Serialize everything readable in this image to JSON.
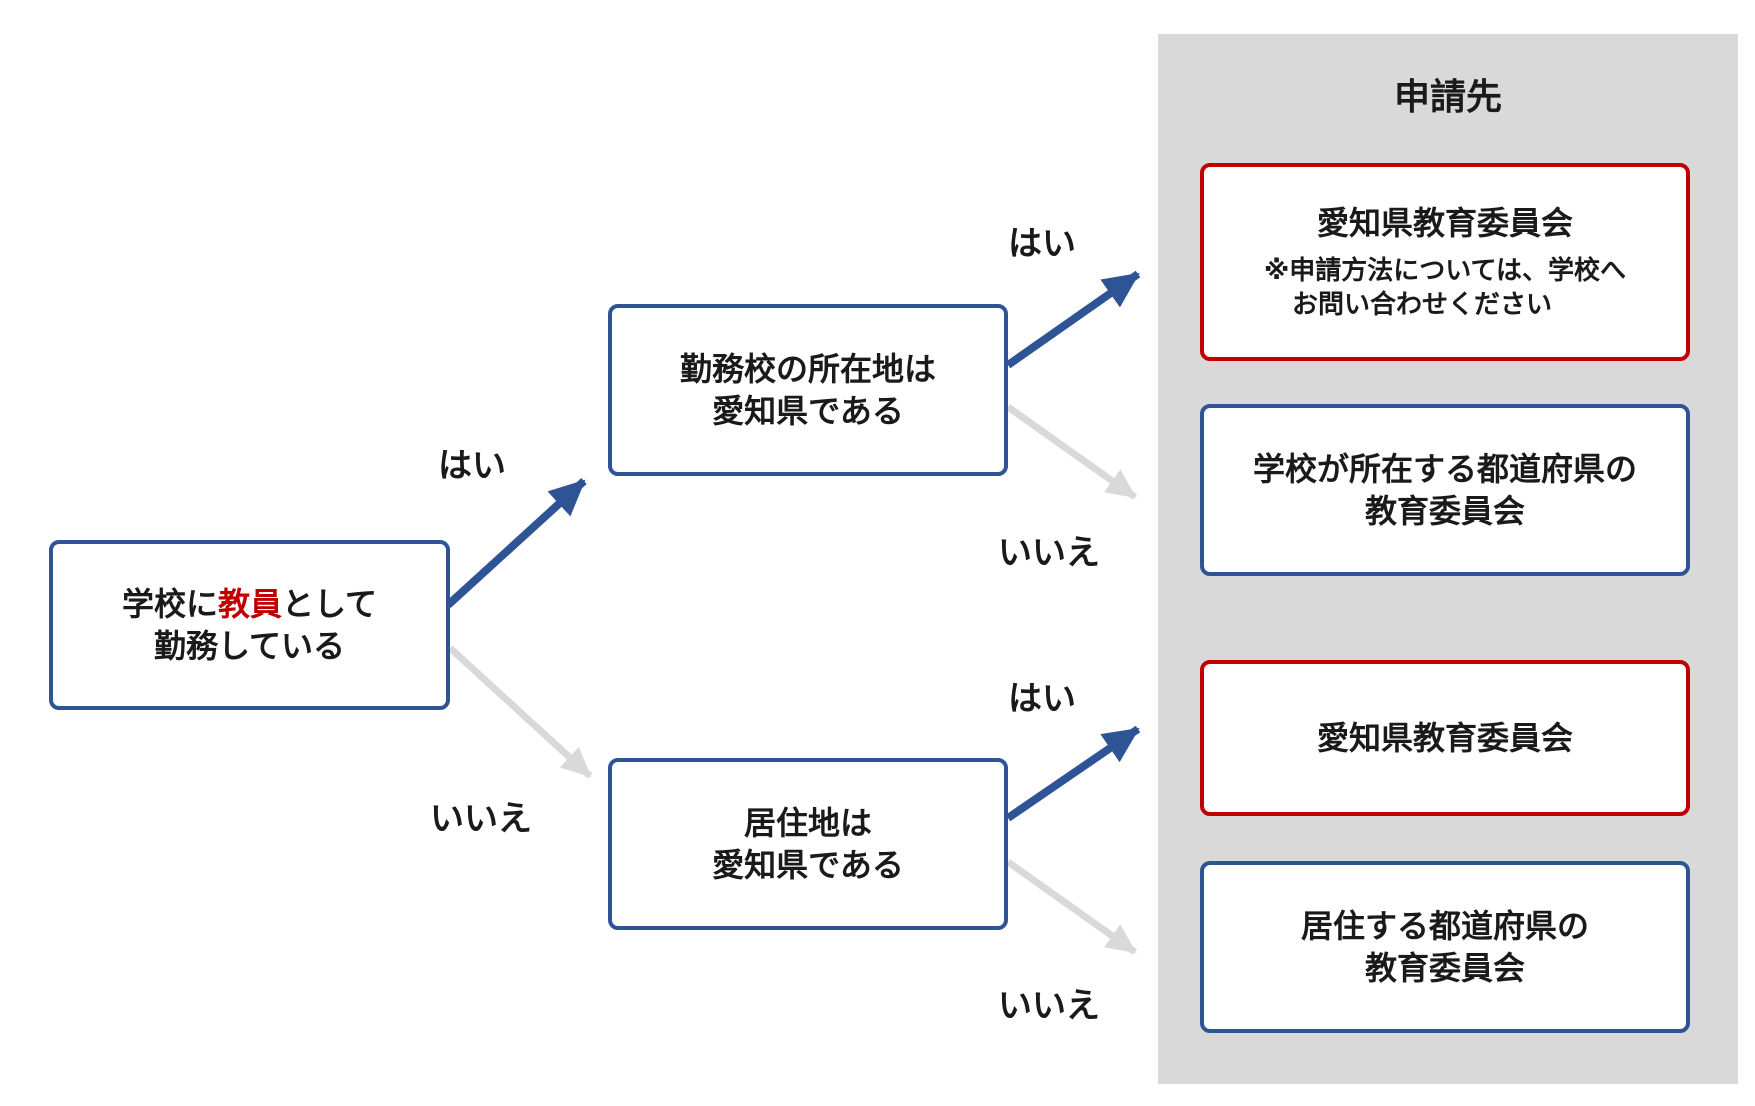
{
  "panel": {
    "title": "申請先"
  },
  "start": {
    "line1_pre": "学校に",
    "line1_highlight": "教員",
    "line1_post": "として",
    "line2": "勤務している"
  },
  "q_workplace": {
    "line1": "勤務校の所在地は",
    "line2": "愛知県である"
  },
  "q_residence": {
    "line1": "居住地は",
    "line2": "愛知県である"
  },
  "labels": {
    "yes": "はい",
    "no": "いいえ"
  },
  "results": {
    "aichi_work": {
      "title": "愛知県教育委員会",
      "note_line1": "※申請方法については、学校へ",
      "note_line2": "お問い合わせください"
    },
    "school_pref": {
      "line1": "学校が所在する都道府県の",
      "line2": "教育委員会"
    },
    "aichi_residence": {
      "title": "愛知県教育委員会"
    },
    "residence_pref": {
      "line1": "居住する都道府県の",
      "line2": "教育委員会"
    }
  },
  "colors": {
    "yes_arrow": "#2f5496",
    "no_arrow": "#d9d9d9",
    "box_border": "#2f5496",
    "aichi_border": "#c00000",
    "highlight_text": "#c00000",
    "panel_bg": "#d9d9d9"
  }
}
